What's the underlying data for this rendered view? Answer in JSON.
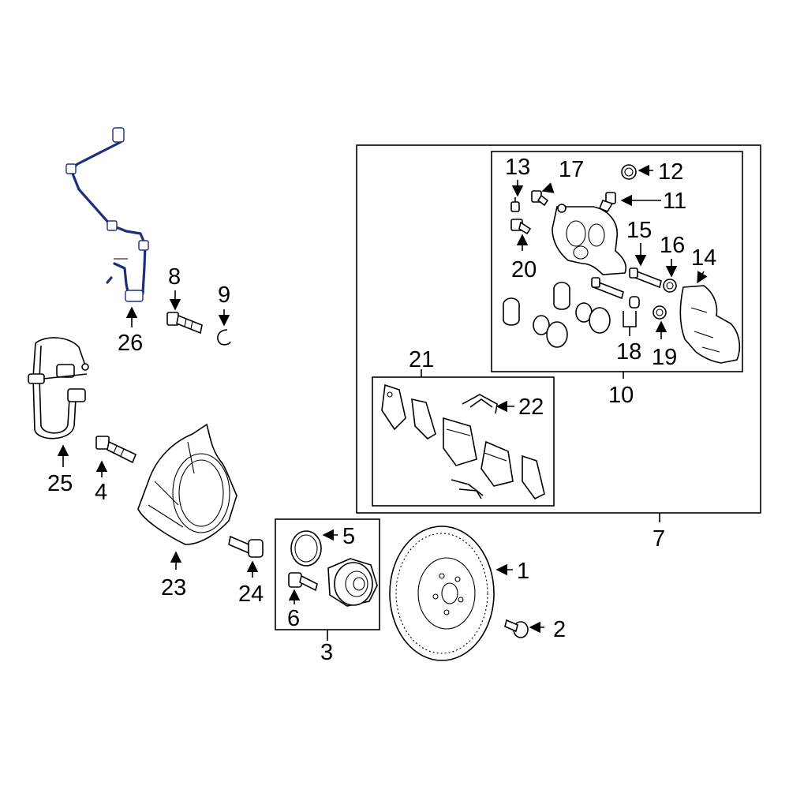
{
  "colors": {
    "highlight": "#1e2f7a",
    "line": "#000000",
    "background": "#ffffff"
  },
  "callouts": {
    "c1": "1",
    "c2": "2",
    "c3": "3",
    "c4": "4",
    "c5": "5",
    "c6": "6",
    "c7": "7",
    "c8": "8",
    "c9": "9",
    "c10": "10",
    "c11": "11",
    "c12": "12",
    "c13": "13",
    "c14": "14",
    "c15": "15",
    "c16": "16",
    "c17": "17",
    "c18": "18",
    "c19": "19",
    "c20": "20",
    "c21": "21",
    "c22": "22",
    "c23": "23",
    "c24": "24",
    "c25": "25",
    "c26": "26"
  }
}
